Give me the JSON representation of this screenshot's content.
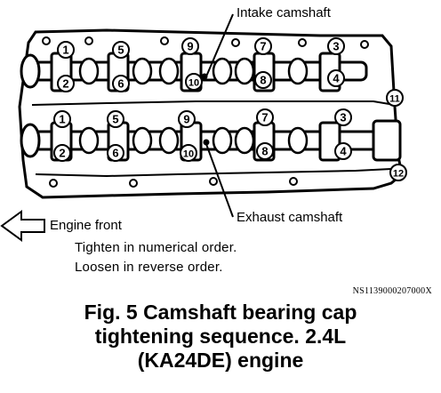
{
  "diagram": {
    "callouts": {
      "intake": "Intake camshaft",
      "exhaust": "Exhaust camshaft",
      "front": "Engine front"
    },
    "instructions": [
      "Tighten in numerical order.",
      "Loosen in reverse order."
    ],
    "ref_code": "NS1139000207000X",
    "caption": [
      "Fig. 5   Camshaft bearing cap",
      "tightening sequence. 2.4L",
      "(KA24DE) engine"
    ],
    "bolts_upper": [
      "1",
      "2",
      "5",
      "6",
      "9",
      "10",
      "7",
      "8",
      "3",
      "4"
    ],
    "bolts_lower": [
      "1",
      "2",
      "5",
      "6",
      "9",
      "10",
      "7",
      "8",
      "3",
      "4",
      "11",
      "12"
    ]
  }
}
